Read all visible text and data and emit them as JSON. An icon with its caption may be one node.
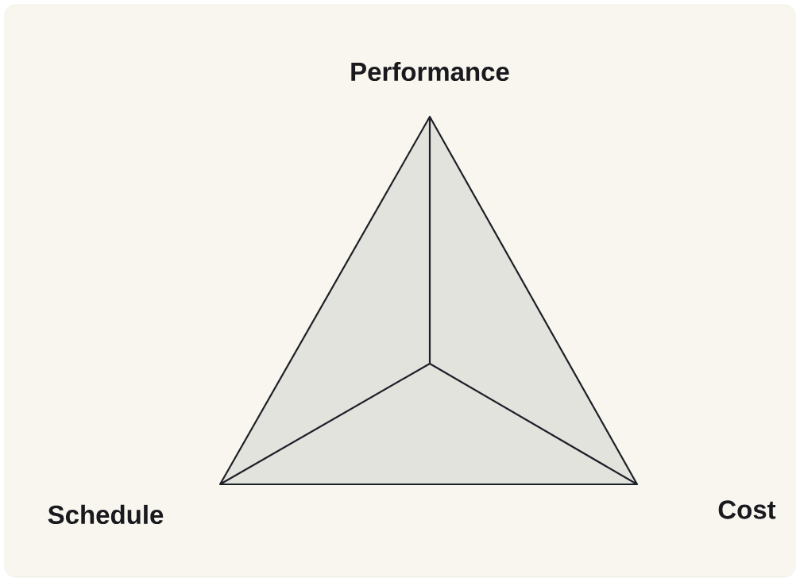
{
  "diagram": {
    "labels": [
      "Performance",
      "Schedule",
      "Cost"
    ]
  }
}
